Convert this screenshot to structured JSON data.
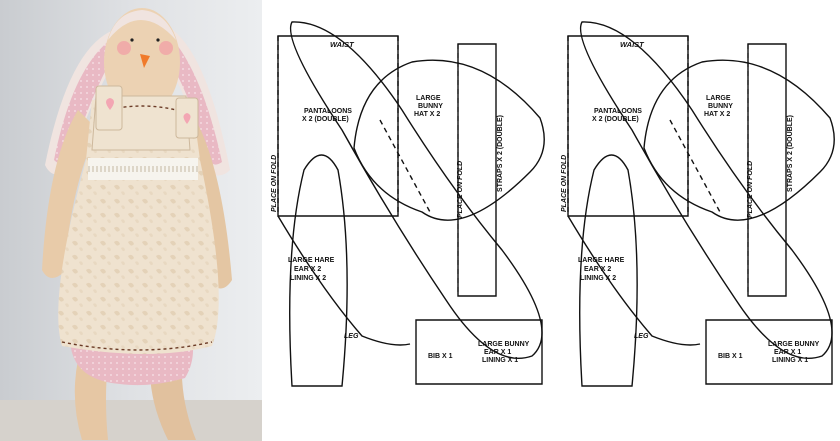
{
  "photo": {
    "icon": "bunny-doll-photo"
  },
  "pattern": {
    "sheets": [
      {
        "waist": "WAIST",
        "pantaloons": [
          "PANTALOONS",
          "X 2 (DOUBLE)"
        ],
        "place_on_fold": "PLACE ON FOLD",
        "hat": [
          "LARGE",
          "BUNNY",
          "HAT X 2"
        ],
        "hat_fold": "PLACE ON FOLD",
        "straps": "STRAPS X 2 (DOUBLE)",
        "hare_ear": [
          "LARGE HARE",
          "EAR X 2",
          "LINING X 2"
        ],
        "leg": "LEG",
        "bib": "BIB X 1",
        "bunny_ear": [
          "LARGE BUNNY",
          "EAR X 1",
          "LINING X 1"
        ]
      },
      {
        "waist": "WAIST",
        "pantaloons": [
          "PANTALOONS",
          "X 2 (DOUBLE)"
        ],
        "place_on_fold": "PLACE ON FOLD",
        "hat": [
          "LARGE",
          "BUNNY",
          "HAT X 2"
        ],
        "hat_fold": "PLACE ON FOLD",
        "straps": "STRAPS X 2 (DOUBLE)",
        "hare_ear": [
          "LARGE HARE",
          "EAR X 2",
          "LINING X 2"
        ],
        "leg": "LEG",
        "bib": "BIB X 1",
        "bunny_ear": [
          "LARGE BUNNY",
          "EAR X 1",
          "LINING X 1"
        ]
      }
    ]
  }
}
